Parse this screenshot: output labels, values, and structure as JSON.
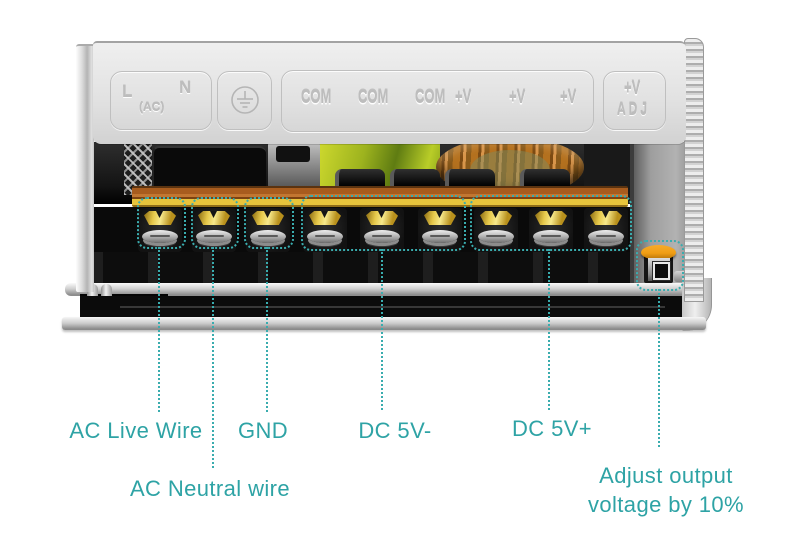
{
  "colors": {
    "teal": "#2ea3a5",
    "teal_line": "#3aacae",
    "gold": "#e7c43c",
    "pot_orange": "#ef9d13"
  },
  "top_panel": {
    "ac_box": {
      "live": "L",
      "ac": "(AC)",
      "neutral": "N"
    },
    "ground_box": {
      "icon": "earth-ground-symbol"
    },
    "output_box": {
      "com_labels": [
        "COM",
        "COM",
        "COM"
      ],
      "plus_v_labels": [
        "+V",
        "+V",
        "+V"
      ]
    },
    "adj_box": {
      "line1": "+V",
      "line2": "ADJ"
    }
  },
  "callouts": {
    "ac_live": "AC Live Wire",
    "ac_neutral": "AC Neutral wire",
    "gnd": "GND",
    "dc_5v_minus": "DC 5V-",
    "dc_5v_plus": "DC 5V+",
    "adjust_line1": "Adjust output",
    "adjust_line2": "voltage by 10%"
  }
}
